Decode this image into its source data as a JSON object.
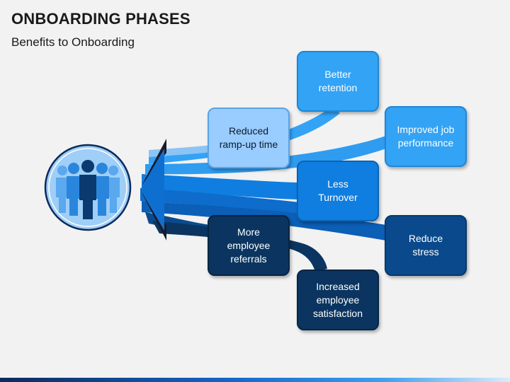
{
  "header": {
    "title": "ONBOARDING PHASES",
    "subtitle": "Benefits to Onboarding"
  },
  "benefits": [
    {
      "id": "better-retention",
      "label": "Better\nretention",
      "color": "#33a3f5"
    },
    {
      "id": "reduced-ramp-up-time",
      "label": "Reduced\nramp-up time",
      "color": "#99ccff"
    },
    {
      "id": "improved-job-performance",
      "label": "Improved job\nperformance",
      "color": "#33a3f5"
    },
    {
      "id": "less-turnover",
      "label": "Less\nTurnover",
      "color": "#0f7ee0"
    },
    {
      "id": "reduce-stress",
      "label": "Reduce\nstress",
      "color": "#0b5fb6"
    },
    {
      "id": "more-employee-referrals",
      "label": "More\nemployee\nreferrals",
      "color": "#0b3560"
    },
    {
      "id": "increased-employee-satisfaction",
      "label": "Increased\nemployee\nsatisfaction",
      "color": "#0b3560"
    }
  ],
  "icons": {
    "center": "people-group-icon"
  }
}
